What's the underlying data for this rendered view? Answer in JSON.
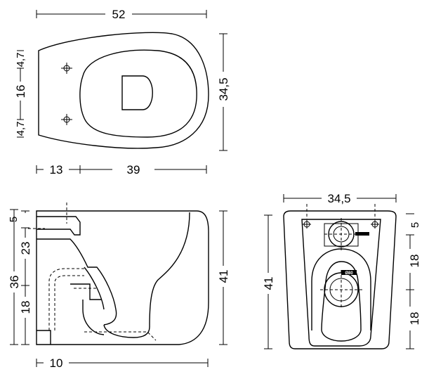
{
  "top_view": {
    "width_total": "52",
    "depth_total": "34,5",
    "offset_left": "13",
    "offset_right": "39",
    "hole_spacing": "16",
    "hole_offset_top": "4,7",
    "hole_offset_bottom": "4,7"
  },
  "side_view": {
    "rim_height": "5",
    "height_upper": "23",
    "height_outlet": "36",
    "height_lower": "18",
    "height_total": "41",
    "outlet_distance": "10"
  },
  "rear_view": {
    "width": "34,5",
    "height_total": "41",
    "rim_height": "5",
    "upper_segment": "18",
    "lower_segment": "18",
    "marking": "Ø80"
  }
}
